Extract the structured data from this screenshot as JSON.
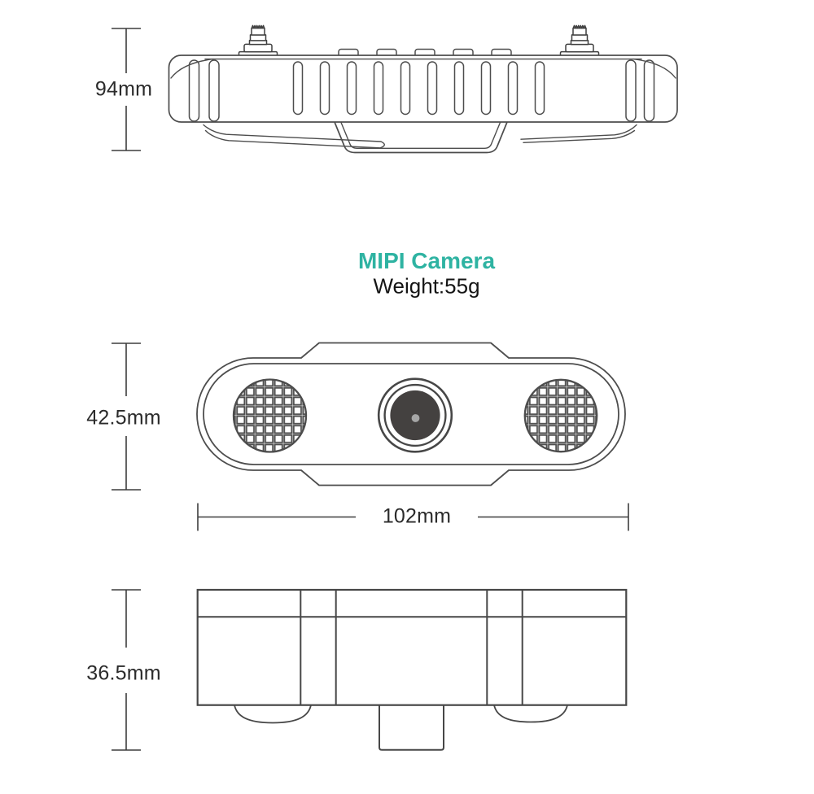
{
  "header": {
    "title": "MIPI Camera",
    "subtitle": "Weight:55g"
  },
  "dimensions": {
    "side_height": "94mm",
    "front_height": "42.5mm",
    "front_width": "102mm",
    "top_depth": "36.5mm"
  },
  "colors": {
    "accent_teal": "#2eb3a2",
    "line_gray": "#4d4d4d",
    "label_text": "#2b2b2b",
    "lens_fill": "#444140",
    "lens_highlight_dot": "#a6a6a6"
  }
}
